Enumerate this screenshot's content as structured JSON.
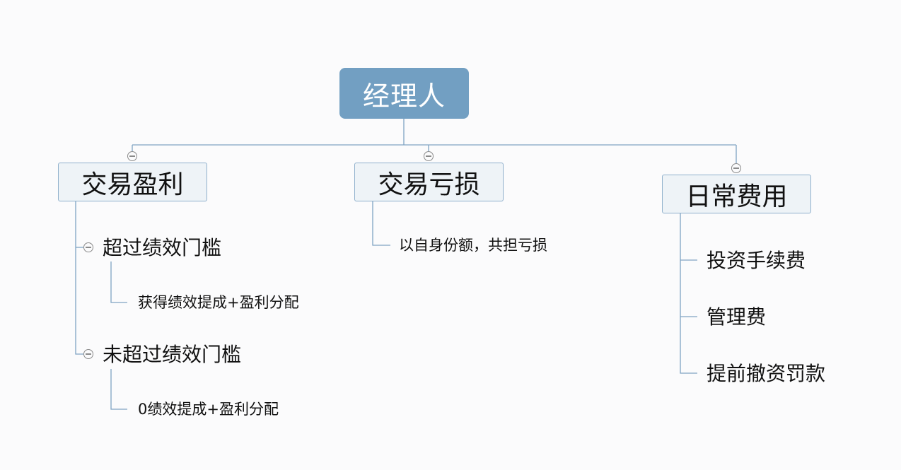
{
  "diagram": {
    "type": "mind-map",
    "root": {
      "label": "经理人"
    },
    "branches": [
      {
        "label": "交易盈利",
        "children": [
          {
            "label": "超过绩效门槛",
            "children": [
              {
                "label": "获得绩效提成+盈利分配"
              }
            ]
          },
          {
            "label": "未超过绩效门槛",
            "children": [
              {
                "label": "0绩效提成+盈利分配"
              }
            ]
          }
        ]
      },
      {
        "label": "交易亏损",
        "children": [
          {
            "label": "以自身份额，共担亏损"
          }
        ]
      },
      {
        "label": "日常费用",
        "children": [
          {
            "label": "投资手续费"
          },
          {
            "label": "管理费"
          },
          {
            "label": "提前撤资罚款"
          }
        ]
      }
    ],
    "colors": {
      "root_fill": "#729fc2",
      "node_fill": "#eef3f7",
      "node_border": "#8fb0cc",
      "connector": "#7fa3c3",
      "background": "#fbfbfc"
    }
  }
}
